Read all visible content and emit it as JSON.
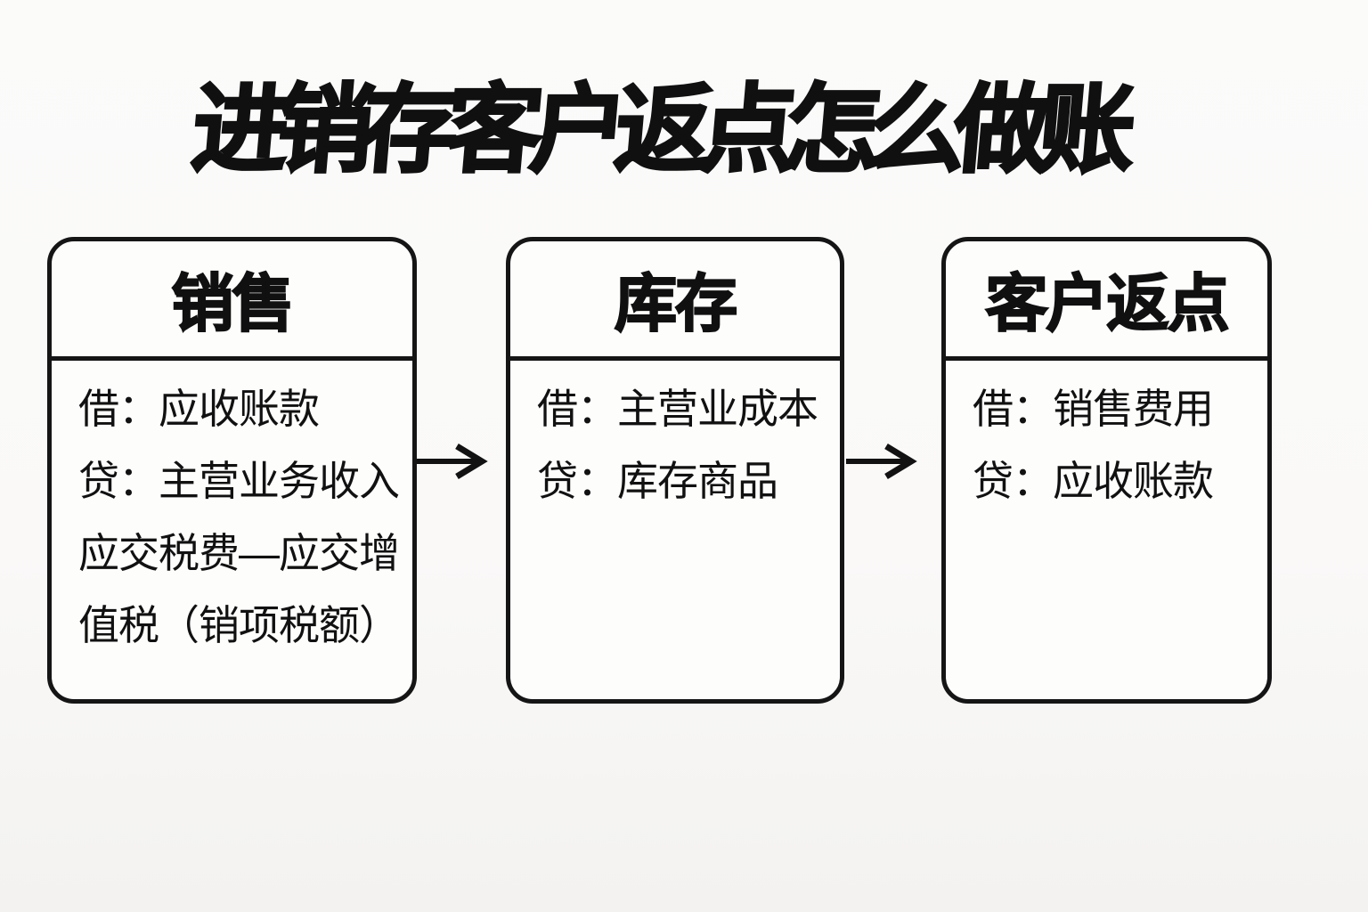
{
  "page": {
    "title": "进销存客户返点怎么做账"
  },
  "colors": {
    "ink": "#141414",
    "background": "#fafafa",
    "box_fill": "#fdfdfc"
  },
  "boxes": [
    {
      "header": "销售",
      "lines": [
        "借：应收账款",
        "贷：主营业务收入",
        "应交税费—应交增",
        "值税（销项税额）"
      ]
    },
    {
      "header": "库存",
      "lines": [
        "借：主营业成本",
        "贷：库存商品"
      ]
    },
    {
      "header": "客户返点",
      "lines": [
        "借：销售费用",
        "贷：应收账款"
      ]
    }
  ],
  "arrows": [
    {
      "name": "sales-to-inventory"
    },
    {
      "name": "inventory-to-rebate"
    }
  ]
}
